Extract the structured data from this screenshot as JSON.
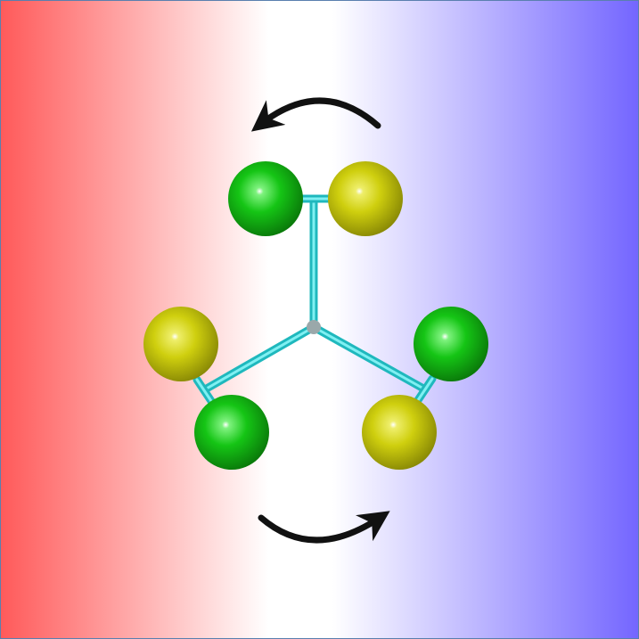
{
  "scene": {
    "background": {
      "left_color": "#ff5a5a",
      "center_color": "#ffffff",
      "right_color": "#7466ff"
    },
    "rod_color": "#33d6d9",
    "sphere_colors": {
      "green": "#12b012",
      "yellow": "#c9c90c"
    },
    "arrow_color": "#111111",
    "rotation_arrows": [
      {
        "name": "rotation-arrow-top-icon",
        "direction": "counterclockwise"
      },
      {
        "name": "rotation-arrow-bottom-icon",
        "direction": "clockwise"
      }
    ],
    "arms": [
      {
        "position": "top",
        "spheres": [
          "green",
          "yellow"
        ]
      },
      {
        "position": "lower-left",
        "spheres": [
          "yellow",
          "green"
        ]
      },
      {
        "position": "lower-right",
        "spheres": [
          "green",
          "yellow"
        ]
      }
    ]
  }
}
